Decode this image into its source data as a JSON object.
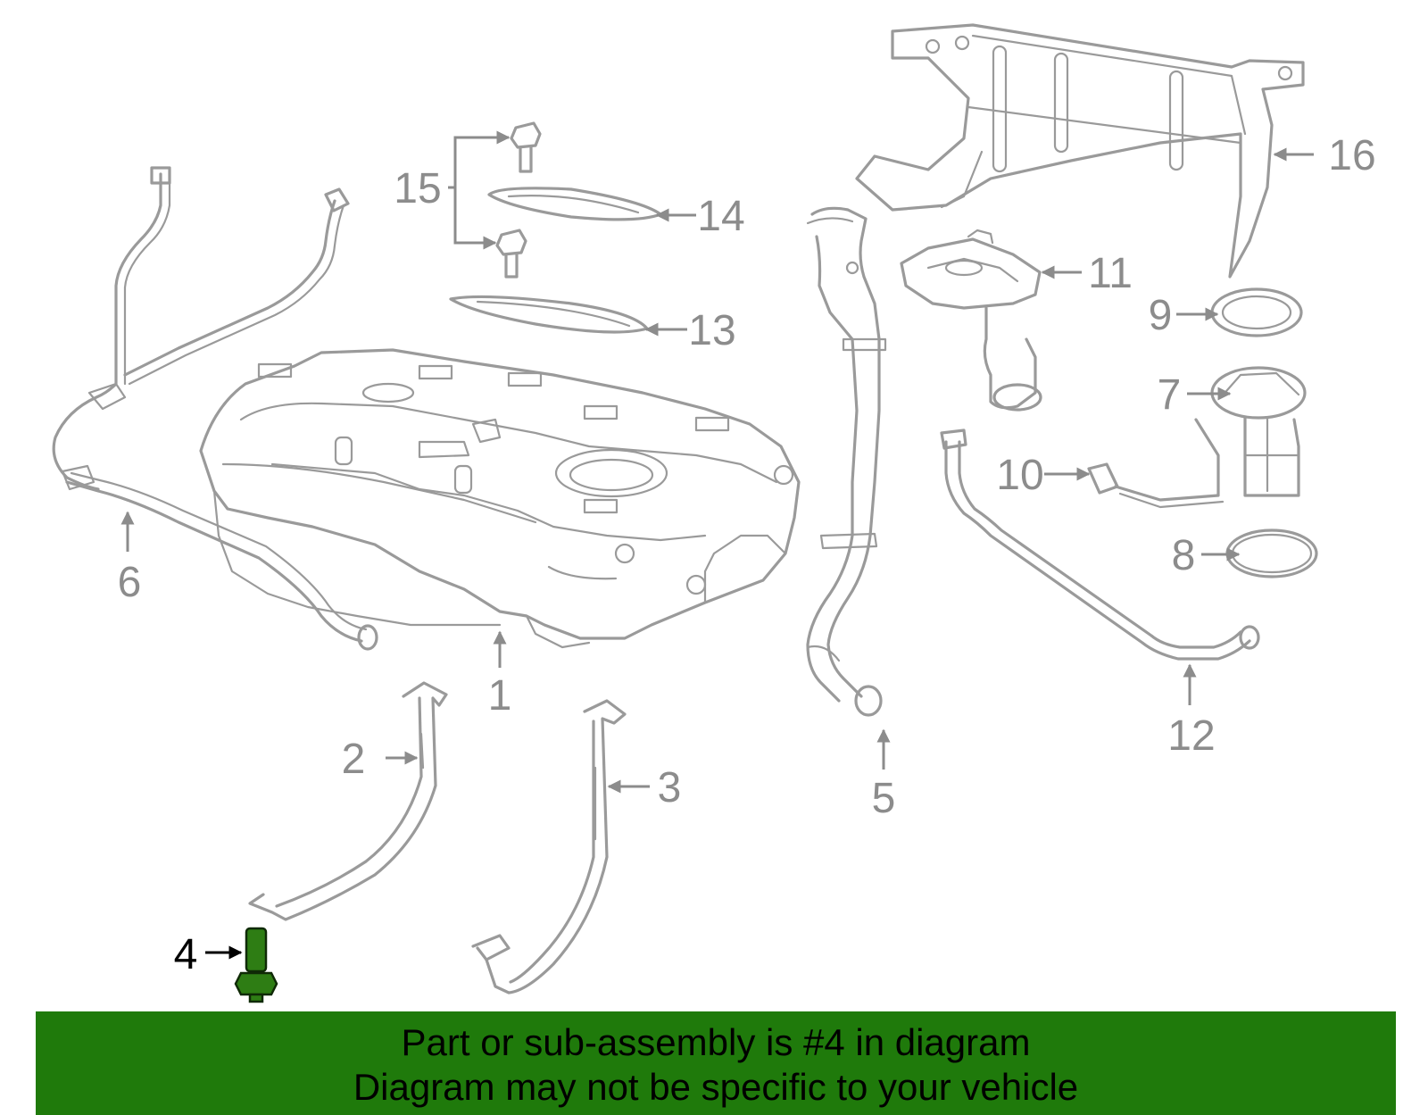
{
  "colors": {
    "part_line": "#9a9a9a",
    "callout_text": "#8c8c8c",
    "highlight_part": "#2e7d14",
    "banner_background": "#1f7a0b",
    "banner_text": "#000000"
  },
  "callouts": {
    "c1": "1",
    "c2": "2",
    "c3": "3",
    "c4": "4",
    "c5": "5",
    "c6": "6",
    "c7": "7",
    "c8": "8",
    "c9": "9",
    "c10": "10",
    "c11": "11",
    "c12": "12",
    "c13": "13",
    "c14": "14",
    "c15": "15",
    "c16": "16"
  },
  "highlighted_callout": "4",
  "banner": {
    "line1": "Part or sub-assembly is #4 in diagram",
    "line2": "Diagram may not be specific to your vehicle"
  }
}
